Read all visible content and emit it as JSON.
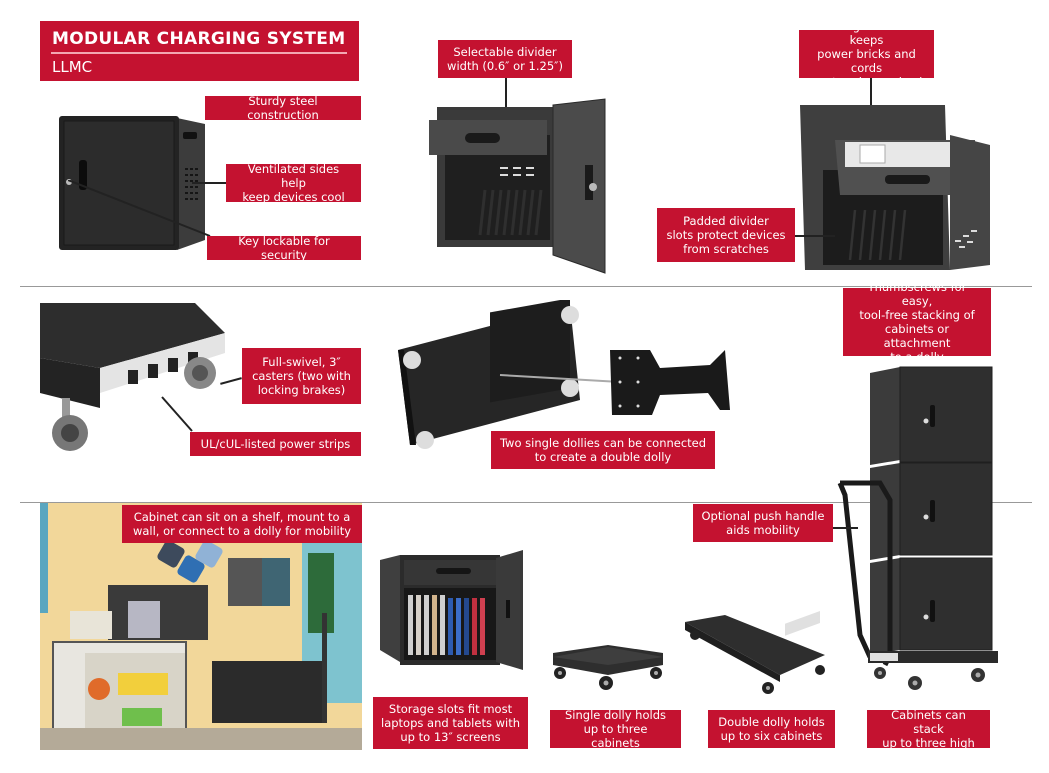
{
  "header": {
    "title": "MODULAR CHARGING SYSTEM",
    "subtitle": "LLMC"
  },
  "colors": {
    "brand_red": "#c41230",
    "cabinet_dark": "#2e2e2e",
    "divider_gray": "#999999"
  },
  "section_top": {
    "callouts": [
      {
        "id": "sturdy",
        "text": "Sturdy steel construction"
      },
      {
        "id": "ventilated",
        "text": "Ventilated sides help\nkeep devices cool"
      },
      {
        "id": "key-lock",
        "text": "Key lockable for security"
      },
      {
        "id": "divider-width",
        "text": "Selectable divider\nwidth (0.6″ or 1.25″)"
      },
      {
        "id": "storage-drawer",
        "text": "Storage drawer keeps\npower bricks and cords\nneat and organized"
      },
      {
        "id": "padded-divider",
        "text": "Padded divider\nslots protect devices\nfrom scratches"
      }
    ]
  },
  "section_middle": {
    "callouts": [
      {
        "id": "casters",
        "text": "Full-swivel, 3″\ncasters (two with\nlocking brakes)"
      },
      {
        "id": "power-strips",
        "text": "UL/cUL-listed power strips"
      },
      {
        "id": "two-dollies",
        "text": "Two single dollies can be connected\nto create a double dolly"
      },
      {
        "id": "thumbscrews",
        "text": "Thumbscrews for easy,\ntool-free stacking of\ncabinets or attachment\nto a dolly"
      }
    ]
  },
  "section_bottom": {
    "callouts": [
      {
        "id": "shelf-wall-dolly",
        "text": "Cabinet can sit on a shelf, mount to a\nwall, or connect to a dolly for mobility"
      },
      {
        "id": "push-handle",
        "text": "Optional push handle\naids mobility"
      },
      {
        "id": "storage-slots",
        "text": "Storage slots fit most\nlaptops and tablets with\nup to 13″ screens"
      },
      {
        "id": "single-dolly",
        "text": "Single dolly holds\nup to three cabinets"
      },
      {
        "id": "double-dolly",
        "text": "Double dolly holds\nup to six cabinets"
      },
      {
        "id": "stack",
        "text": "Cabinets can stack\nup to three high"
      }
    ]
  }
}
